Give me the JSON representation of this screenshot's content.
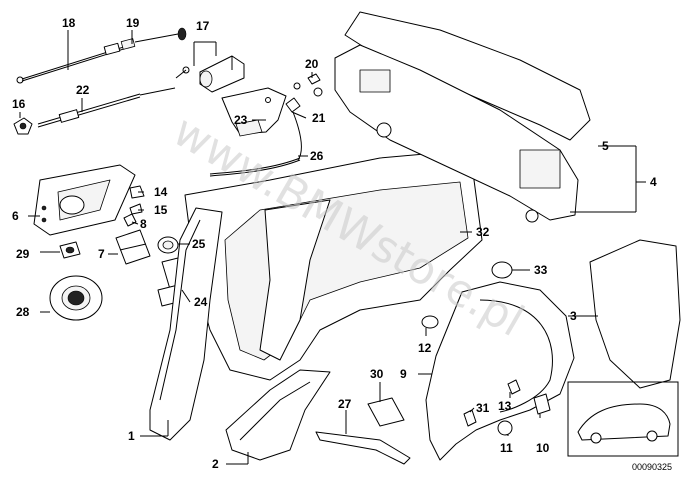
{
  "labels": {
    "1": "1",
    "2": "2",
    "3": "3",
    "4": "4",
    "5": "5",
    "6": "6",
    "7": "7",
    "8": "8",
    "9": "9",
    "10": "10",
    "11": "11",
    "12": "12",
    "13": "13",
    "14": "14",
    "15": "15",
    "16": "16",
    "17": "17",
    "18": "18",
    "19": "19",
    "20": "20",
    "21": "21",
    "22": "22",
    "23": "23",
    "24": "24",
    "25": "25",
    "26": "26",
    "27": "27",
    "28": "28",
    "29": "29",
    "30": "30",
    "31": "31",
    "32": "32",
    "33": "33"
  },
  "watermark": "www.BMWstore.pl",
  "diagram_code": "00090325",
  "colors": {
    "line": "#000000",
    "watermark": "#c8c8c8",
    "shade": "#f4f4f4"
  }
}
